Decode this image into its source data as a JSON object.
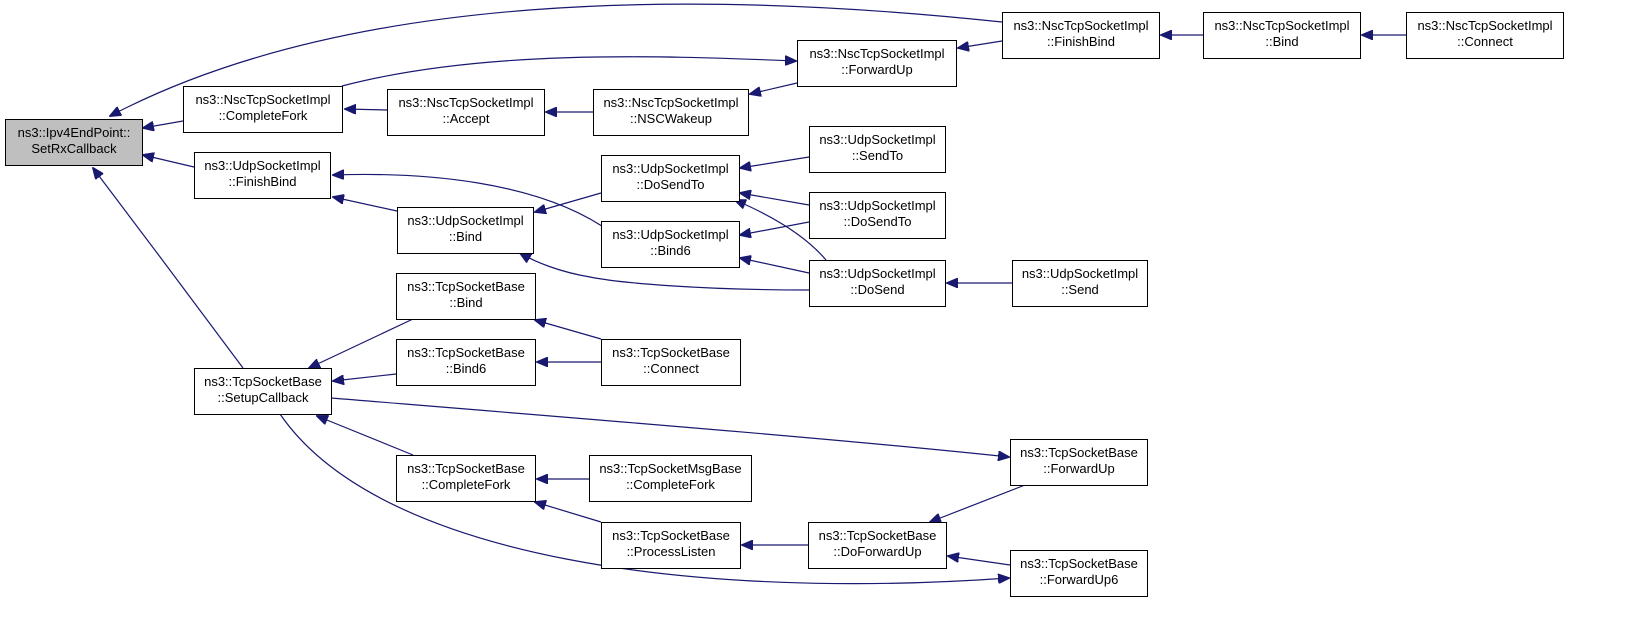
{
  "graph": {
    "edge_color": "#191970",
    "root_fill": "#bfbfbf",
    "nodes": [
      {
        "id": "root",
        "lines": [
          "ns3::Ipv4EndPoint::",
          "SetRxCallback"
        ]
      },
      {
        "id": "nsc_completefork",
        "lines": [
          "ns3::NscTcpSocketImpl",
          "::CompleteFork"
        ]
      },
      {
        "id": "udp_finishbind",
        "lines": [
          "ns3::UdpSocketImpl",
          "::FinishBind"
        ]
      },
      {
        "id": "tcp_setupcallback",
        "lines": [
          "ns3::TcpSocketBase",
          "::SetupCallback"
        ]
      },
      {
        "id": "nsc_accept",
        "lines": [
          "ns3::NscTcpSocketImpl",
          "::Accept"
        ]
      },
      {
        "id": "nsc_nscwakeup",
        "lines": [
          "ns3::NscTcpSocketImpl",
          "::NSCWakeup"
        ]
      },
      {
        "id": "nsc_forwardup",
        "lines": [
          "ns3::NscTcpSocketImpl",
          "::ForwardUp"
        ]
      },
      {
        "id": "nsc_finishbind",
        "lines": [
          "ns3::NscTcpSocketImpl",
          "::FinishBind"
        ]
      },
      {
        "id": "nsc_bind",
        "lines": [
          "ns3::NscTcpSocketImpl",
          "::Bind"
        ]
      },
      {
        "id": "nsc_connect",
        "lines": [
          "ns3::NscTcpSocketImpl",
          "::Connect"
        ]
      },
      {
        "id": "udp_bind",
        "lines": [
          "ns3::UdpSocketImpl",
          "::Bind"
        ]
      },
      {
        "id": "udp_dosendto_mid",
        "lines": [
          "ns3::UdpSocketImpl",
          "::DoSendTo"
        ]
      },
      {
        "id": "udp_bind6",
        "lines": [
          "ns3::UdpSocketImpl",
          "::Bind6"
        ]
      },
      {
        "id": "udp_sendto",
        "lines": [
          "ns3::UdpSocketImpl",
          "::SendTo"
        ]
      },
      {
        "id": "udp_dosendto_right",
        "lines": [
          "ns3::UdpSocketImpl",
          "::DoSendTo"
        ]
      },
      {
        "id": "udp_dosend",
        "lines": [
          "ns3::UdpSocketImpl",
          "::DoSend"
        ]
      },
      {
        "id": "udp_send",
        "lines": [
          "ns3::UdpSocketImpl",
          "::Send"
        ]
      },
      {
        "id": "tcp_bind",
        "lines": [
          "ns3::TcpSocketBase",
          "::Bind"
        ]
      },
      {
        "id": "tcp_bind6",
        "lines": [
          "ns3::TcpSocketBase",
          "::Bind6"
        ]
      },
      {
        "id": "tcp_connect",
        "lines": [
          "ns3::TcpSocketBase",
          "::Connect"
        ]
      },
      {
        "id": "tcp_completefork",
        "lines": [
          "ns3::TcpSocketBase",
          "::CompleteFork"
        ]
      },
      {
        "id": "tcpmsg_completefork",
        "lines": [
          "ns3::TcpSocketMsgBase",
          "::CompleteFork"
        ]
      },
      {
        "id": "tcp_processlisten",
        "lines": [
          "ns3::TcpSocketBase",
          "::ProcessListen"
        ]
      },
      {
        "id": "tcp_doforwardup",
        "lines": [
          "ns3::TcpSocketBase",
          "::DoForwardUp"
        ]
      },
      {
        "id": "tcp_forwardup",
        "lines": [
          "ns3::TcpSocketBase",
          "::ForwardUp"
        ]
      },
      {
        "id": "tcp_forwardup6",
        "lines": [
          "ns3::TcpSocketBase",
          "::ForwardUp6"
        ]
      }
    ],
    "edges": [
      {
        "from": "nsc_completefork",
        "to": "root"
      },
      {
        "from": "udp_finishbind",
        "to": "root"
      },
      {
        "from": "tcp_setupcallback",
        "to": "root"
      },
      {
        "from": "nsc_finishbind",
        "to": "root"
      },
      {
        "from": "nsc_accept",
        "to": "nsc_completefork"
      },
      {
        "from": "nsc_nscwakeup",
        "to": "nsc_accept"
      },
      {
        "from": "nsc_forwardup",
        "to": "nsc_nscwakeup"
      },
      {
        "from": "nsc_completefork",
        "to": "nsc_forwardup"
      },
      {
        "from": "nsc_finishbind",
        "to": "nsc_forwardup"
      },
      {
        "from": "nsc_bind",
        "to": "nsc_finishbind"
      },
      {
        "from": "nsc_connect",
        "to": "nsc_bind"
      },
      {
        "from": "udp_bind",
        "to": "udp_finishbind"
      },
      {
        "from": "udp_bind6",
        "to": "udp_finishbind"
      },
      {
        "from": "udp_dosendto_mid",
        "to": "udp_bind"
      },
      {
        "from": "udp_dosend",
        "to": "udp_bind"
      },
      {
        "from": "udp_sendto",
        "to": "udp_dosendto_mid"
      },
      {
        "from": "udp_dosendto_right",
        "to": "udp_dosendto_mid"
      },
      {
        "from": "udp_dosend",
        "to": "udp_dosendto_mid"
      },
      {
        "from": "udp_dosendto_right",
        "to": "udp_bind6"
      },
      {
        "from": "udp_dosend",
        "to": "udp_bind6"
      },
      {
        "from": "udp_send",
        "to": "udp_dosend"
      },
      {
        "from": "tcp_bind",
        "to": "tcp_setupcallback"
      },
      {
        "from": "tcp_bind6",
        "to": "tcp_setupcallback"
      },
      {
        "from": "tcp_completefork",
        "to": "tcp_setupcallback"
      },
      {
        "from": "tcp_setupcallback",
        "to": "tcp_forwardup"
      },
      {
        "from": "tcp_setupcallback",
        "to": "tcp_forwardup6"
      },
      {
        "from": "tcp_connect",
        "to": "tcp_bind"
      },
      {
        "from": "tcp_connect",
        "to": "tcp_bind6"
      },
      {
        "from": "tcpmsg_completefork",
        "to": "tcp_completefork"
      },
      {
        "from": "tcp_processlisten",
        "to": "tcp_completefork"
      },
      {
        "from": "tcp_doforwardup",
        "to": "tcp_processlisten"
      },
      {
        "from": "tcp_forwardup",
        "to": "tcp_doforwardup"
      },
      {
        "from": "tcp_forwardup6",
        "to": "tcp_doforwardup"
      }
    ]
  }
}
